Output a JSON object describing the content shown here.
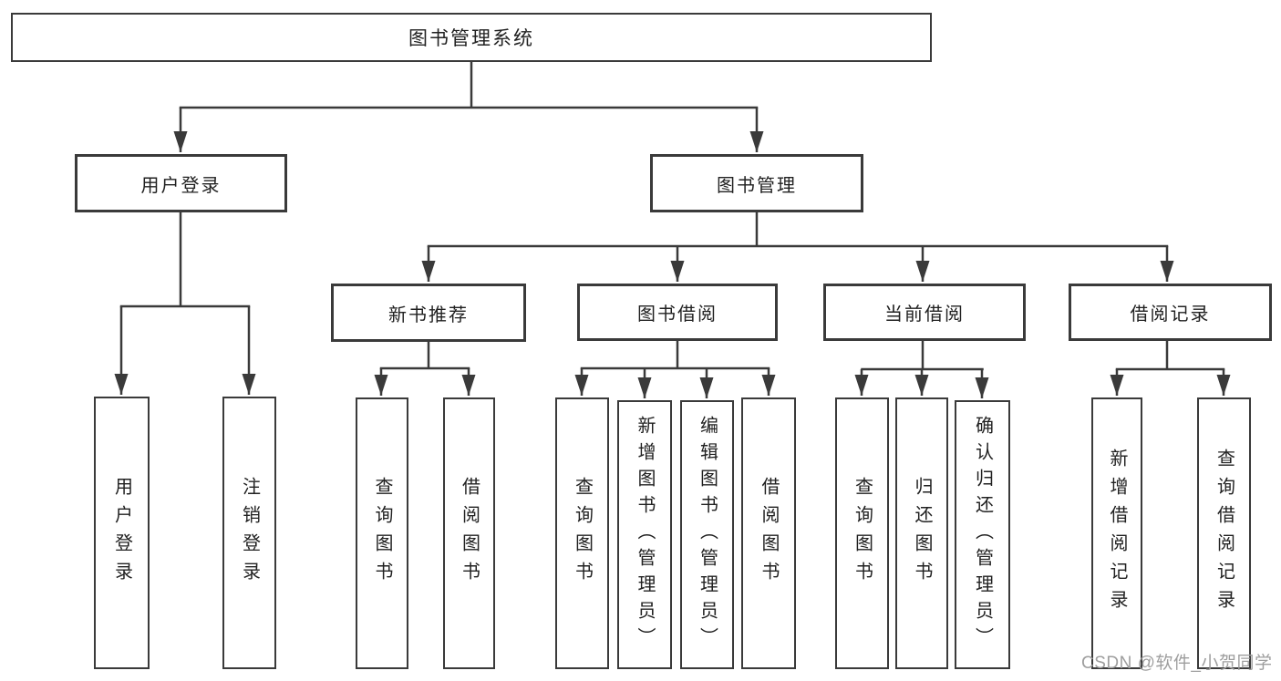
{
  "tree": {
    "root": {
      "label": "图书管理系统"
    },
    "branches": [
      {
        "label": "用户登录",
        "children": [
          {
            "label": "用户登录"
          },
          {
            "label": "注销登录"
          }
        ]
      },
      {
        "label": "图书管理",
        "sections": [
          {
            "label": "新书推荐",
            "children": [
              {
                "label": "查询图书"
              },
              {
                "label": "借阅图书"
              }
            ]
          },
          {
            "label": "图书借阅",
            "children": [
              {
                "label": "查询图书"
              },
              {
                "label": "新增图书（管理员）"
              },
              {
                "label": "编辑图书（管理员）"
              },
              {
                "label": "借阅图书"
              }
            ]
          },
          {
            "label": "当前借阅",
            "children": [
              {
                "label": "查询图书"
              },
              {
                "label": "归还图书"
              },
              {
                "label": "确认归还（管理员）"
              }
            ]
          },
          {
            "label": "借阅记录",
            "children": [
              {
                "label": "新增借阅记录"
              },
              {
                "label": "查询借阅记录"
              }
            ]
          }
        ]
      }
    ]
  },
  "watermark": {
    "text": "CSDN @软件_小贺同学"
  },
  "colors": {
    "line": "#3a3a3a",
    "text": "#212121",
    "watermark": "#9e9e9e",
    "background": "#ffffff"
  }
}
